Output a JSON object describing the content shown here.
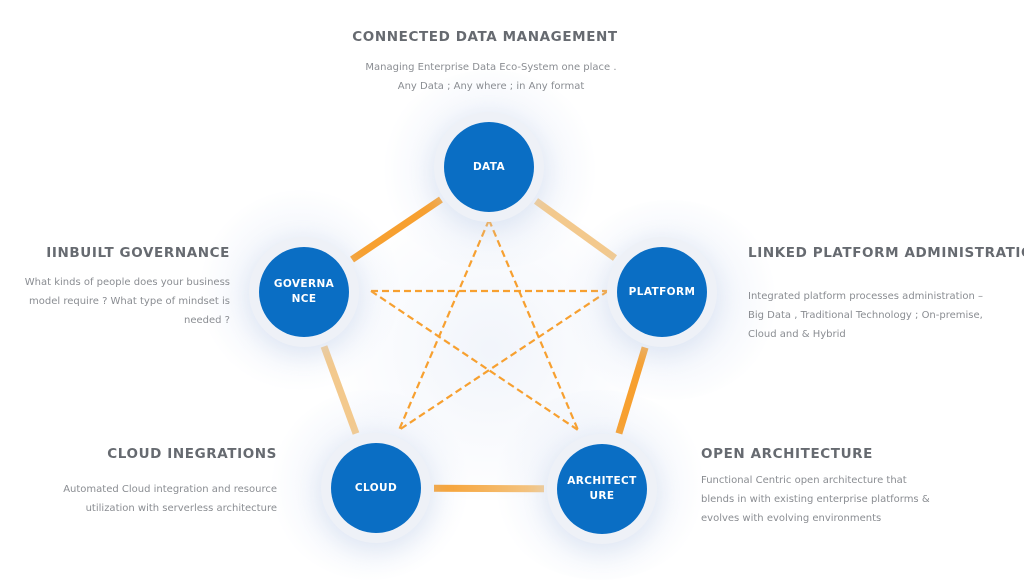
{
  "colors": {
    "node_fill": "#0a6ec4",
    "connector": "#f7a030",
    "connector_light": "#f3c98d",
    "heading_text": "#666a70",
    "body_text": "#8a8d92"
  },
  "nodes": [
    {
      "id": "data",
      "label": "DATA"
    },
    {
      "id": "platform",
      "label": "PLATFORM"
    },
    {
      "id": "architecture",
      "label": "ARCHITECT\nURE"
    },
    {
      "id": "cloud",
      "label": "CLOUD"
    },
    {
      "id": "governance",
      "label": "GOVERNA\nNCE"
    }
  ],
  "sections": {
    "data": {
      "title": "CONNECTED DATA MANAGEMENT",
      "lines": [
        "Managing Enterprise Data Eco-System one place .",
        "Any Data ; Any where ; in Any format"
      ]
    },
    "governance": {
      "title": "IINBUILT GOVERNANCE",
      "lines": [
        "What kinds of people does your business",
        "model require ? What type of mindset is",
        "needed ?"
      ]
    },
    "platform": {
      "title": "LINKED PLATFORM ADMINISTRATION",
      "lines": [
        "Integrated platform processes administration –",
        "Big Data , Traditional Technology ;  On-premise,",
        "Cloud and & Hybrid"
      ]
    },
    "cloud": {
      "title": "CLOUD INEGRATIONS",
      "lines": [
        "Automated Cloud integration and resource",
        "utilization with serverless architecture"
      ]
    },
    "architecture": {
      "title": "OPEN ARCHITECTURE",
      "lines": [
        "Functional Centric open architecture that",
        "blends in with existing enterprise platforms &",
        "evolves with evolving environments"
      ]
    }
  },
  "connections": {
    "pentagon_edges": [
      [
        "data",
        "platform"
      ],
      [
        "platform",
        "architecture"
      ],
      [
        "architecture",
        "cloud"
      ],
      [
        "cloud",
        "governance"
      ],
      [
        "governance",
        "data"
      ]
    ],
    "star_edges": [
      [
        "data",
        "cloud"
      ],
      [
        "data",
        "architecture"
      ],
      [
        "governance",
        "platform"
      ],
      [
        "governance",
        "architecture"
      ],
      [
        "platform",
        "cloud"
      ]
    ]
  }
}
